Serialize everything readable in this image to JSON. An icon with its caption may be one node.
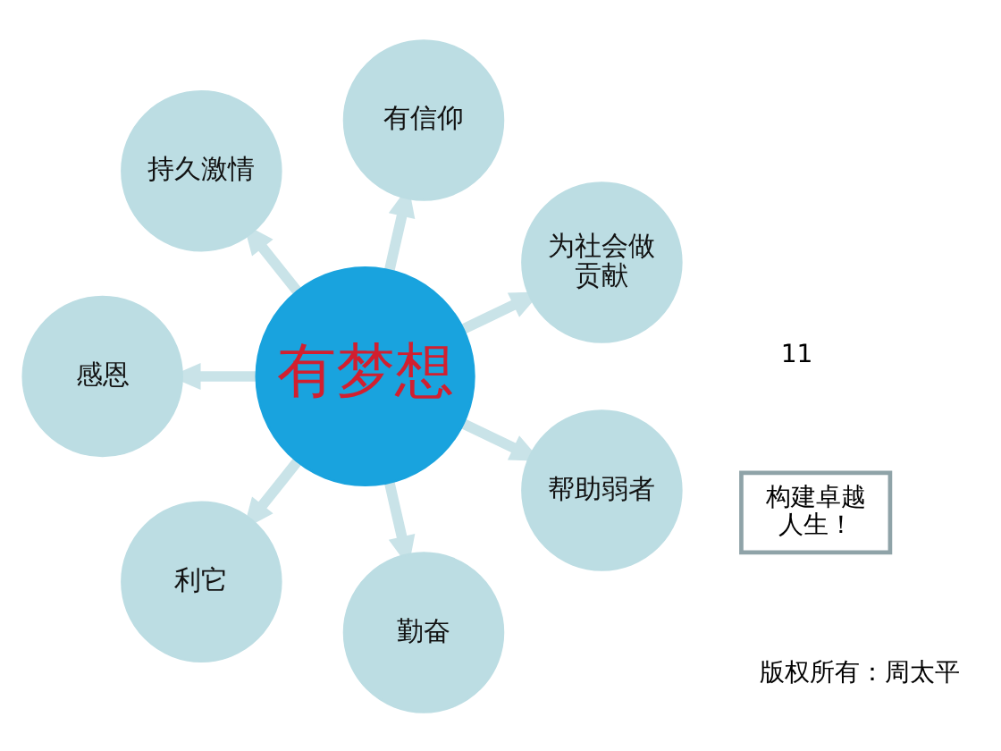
{
  "diagram": {
    "nodes": [
      {
        "text": [
          "构建卓越人生！"
        ]
      },
      {
        "text": [
          "有信仰"
        ]
      },
      {
        "text": [
          "持久激情"
        ]
      },
      {
        "text": [
          "为社会做贡献"
        ]
      },
      {
        "text": [
          "有梦想"
        ]
      },
      {
        "text": [
          "感恩"
        ]
      },
      {
        "text": [
          "帮助弱者"
        ]
      },
      {
        "text": [
          "利它"
        ]
      },
      {
        "text": [
          "勤奋"
        ]
      }
    ],
    "edges": [
      {
        "from": 4,
        "to": 1,
        "arrow": "to"
      },
      {
        "from": 4,
        "to": 3,
        "arrow": "to"
      },
      {
        "from": 4,
        "to": 6,
        "arrow": "to"
      },
      {
        "from": 4,
        "to": 8,
        "arrow": "to"
      },
      {
        "from": 4,
        "to": 7,
        "arrow": "to"
      },
      {
        "from": 4,
        "to": 5,
        "arrow": "to"
      },
      {
        "from": 4,
        "to": 2,
        "arrow": "to"
      }
    ],
    "labels": [
      "版权所有：周太平",
      "11"
    ]
  }
}
